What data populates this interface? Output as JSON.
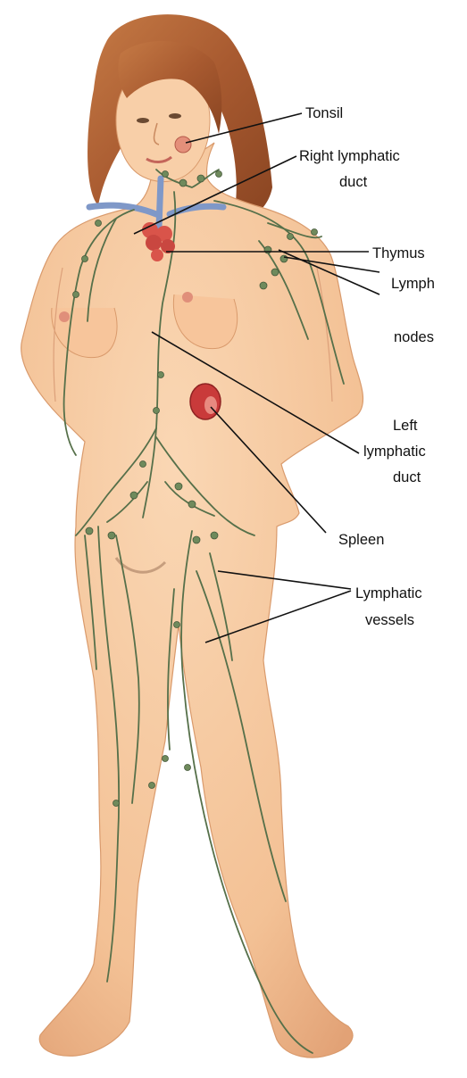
{
  "labels": {
    "tonsil": "Tonsil",
    "right_duct_1": "Right lymphatic",
    "right_duct_2": "duct",
    "thymus": "Thymus",
    "lymph_nodes_1": "Lymph",
    "lymph_nodes_2": "nodes",
    "left_duct_1": "Left",
    "left_duct_2": "lymphatic",
    "left_duct_3": "duct",
    "spleen": "Spleen",
    "vessels_1": "Lymphatic",
    "vessels_2": "vessels"
  },
  "colors": {
    "skin": "#f6c9a0",
    "skin_shadow": "#e4a77c",
    "hair": "#b5673a",
    "vessel": "#56704a",
    "node": "#6f8a5c",
    "thymus": "#d9544a",
    "spleen": "#c93a3a",
    "vein": "#7f98c8",
    "leader": "#111111"
  }
}
